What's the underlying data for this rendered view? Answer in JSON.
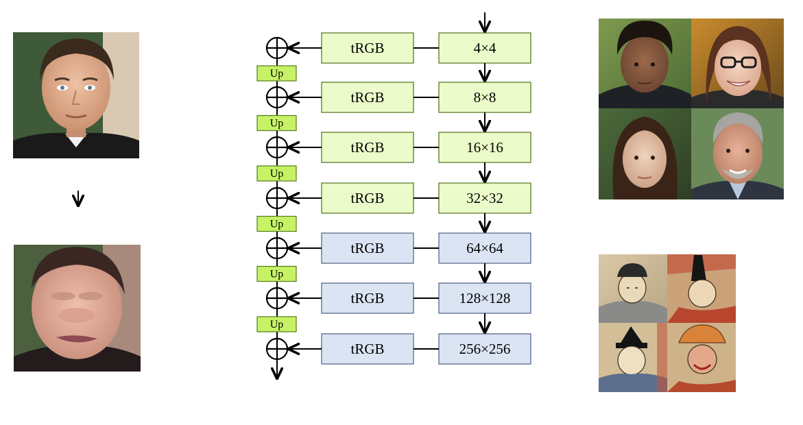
{
  "colors": {
    "green_fill": "#ebfbc9",
    "green_stroke": "#506d1d",
    "blue_fill": "#dbe4f3",
    "blue_stroke": "#4c5e82",
    "up_fill": "#c6f266",
    "up_stroke": "#557a18",
    "line": "#000000"
  },
  "photos": {
    "source_face": "photo of a man's face (original)",
    "distorted_face": "photo of the same face, distorted",
    "real_faces": [
      "face of a young man with curly hair",
      "face of a smiling woman with glasses",
      "face of a young girl with long dark hair",
      "face of an older man with grey hair and beard"
    ],
    "ukiyoe_faces": [
      "painted portrait of a man in a dark cap",
      "painted portrait of a man in a tall black hat",
      "painted portrait of a man in a black hat",
      "painted portrait of a red-faced figure"
    ]
  },
  "diagram": {
    "up_label": "Up",
    "rows": [
      {
        "trgb": "tRGB",
        "resolution": "4×4",
        "tone": "green"
      },
      {
        "trgb": "tRGB",
        "resolution": "8×8",
        "tone": "green"
      },
      {
        "trgb": "tRGB",
        "resolution": "16×16",
        "tone": "green"
      },
      {
        "trgb": "tRGB",
        "resolution": "32×32",
        "tone": "green"
      },
      {
        "trgb": "tRGB",
        "resolution": "64×64",
        "tone": "blue"
      },
      {
        "trgb": "tRGB",
        "resolution": "128×128",
        "tone": "blue"
      },
      {
        "trgb": "tRGB",
        "resolution": "256×256",
        "tone": "blue"
      }
    ]
  }
}
